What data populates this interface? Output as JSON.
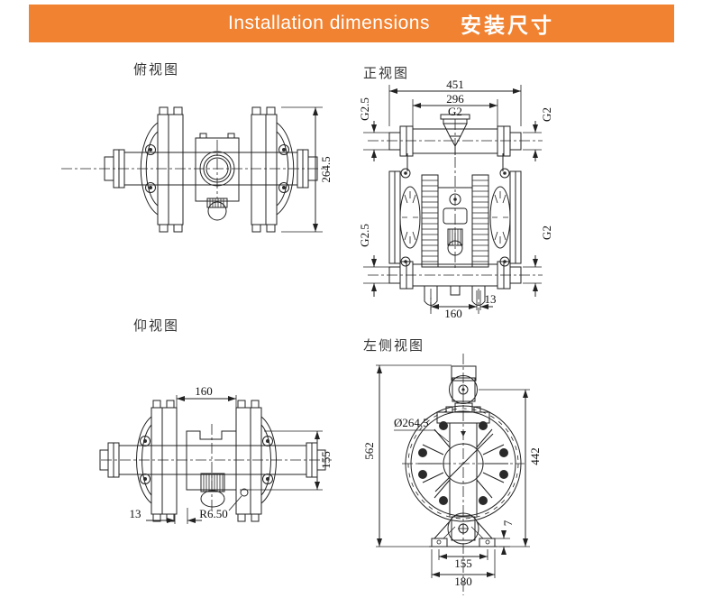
{
  "header": {
    "title_en": "Installation dimensions",
    "title_zh": "安装尺寸",
    "bg_color": "#F08232",
    "text_color": "#FFFFFF"
  },
  "views": {
    "top": {
      "label": "俯视图",
      "dims": {
        "overall_height": "264.5"
      }
    },
    "front": {
      "label": "正视图",
      "dims": {
        "overall_width": "451",
        "port_span": "296",
        "discharge_port": "G2",
        "inlet_left_top": "G2.5",
        "inlet_left_bottom": "G2.5",
        "inlet_right_top": "G2",
        "inlet_right_bottom": "G2",
        "foot_spacing": "160",
        "foot_offset": "13"
      }
    },
    "bottom": {
      "label": "仰视图",
      "dims": {
        "clamp_spacing": "160",
        "body_width": "155",
        "edge_offset": "13",
        "fillet_radius": "R6.50"
      }
    },
    "side": {
      "label": "左侧视图",
      "dims": {
        "overall_height": "562",
        "body_height": "442",
        "chamber_diameter": "Ø264.5",
        "foot_pad_height": "7",
        "foot_inner_span": "155",
        "foot_outer_span": "180"
      }
    }
  }
}
